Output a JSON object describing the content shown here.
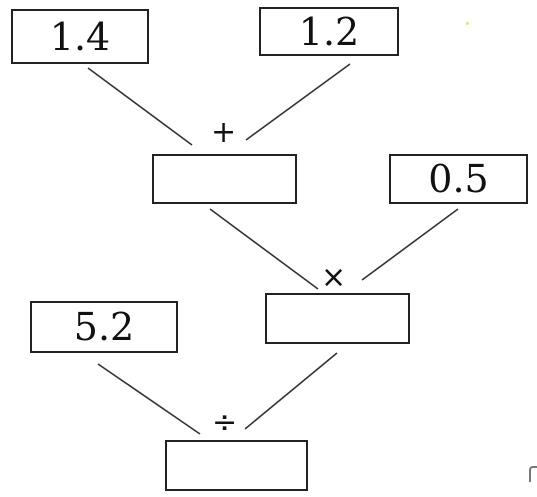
{
  "boxes": {
    "top_left_value": "1.4",
    "top_right_value": "1.2",
    "mid_right_value": "0.5",
    "lower_left_value": "5.2",
    "sum_result": "",
    "product_result": "",
    "quotient_result": ""
  },
  "operators": {
    "add": "+",
    "multiply": "×",
    "divide": "÷"
  }
}
